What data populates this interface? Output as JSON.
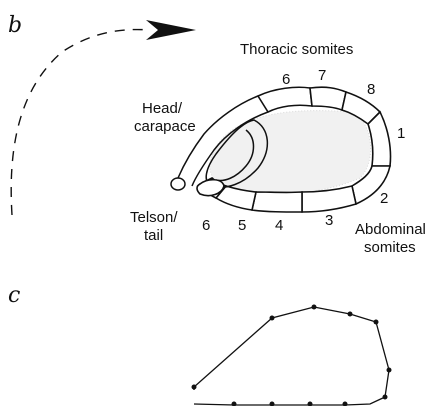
{
  "panel_b": {
    "letter": "b",
    "labels": {
      "thoracic": "Thoracic somites",
      "head_line1": "Head/",
      "head_line2": "carapace",
      "telson_line1": "Telson/",
      "telson_line2": "tail",
      "abdominal_line1": "Abdominal",
      "abdominal_line2": "somites"
    },
    "thoracic_numbers": [
      "6",
      "7",
      "8",
      "1"
    ],
    "abdominal_numbers": [
      "2",
      "3",
      "4",
      "5",
      "6"
    ]
  },
  "panel_c": {
    "letter": "c"
  }
}
